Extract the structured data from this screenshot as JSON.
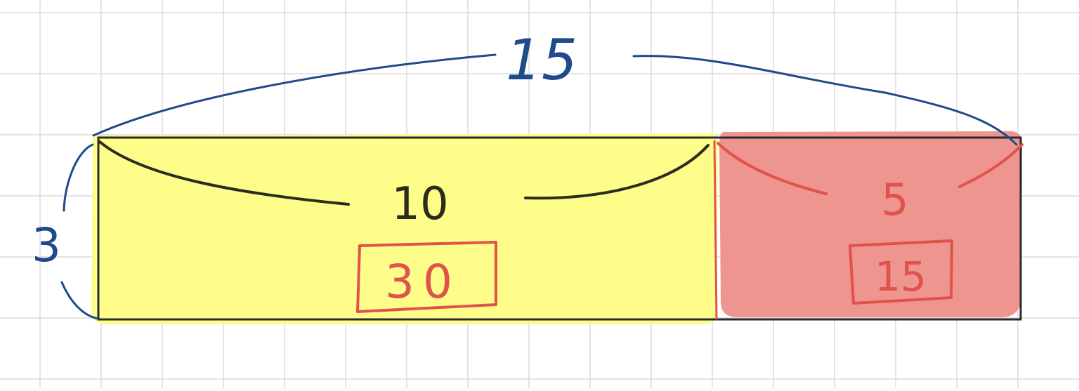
{
  "colors": {
    "grid": "#dcdcdc",
    "outline": "#2b2b2b",
    "yellow_fill": "#fefd8a",
    "red_fill": "#ee958f",
    "blue_ink": "#1f4a8c",
    "red_ink": "#e0534b",
    "dark_ink": "#2c2c1e"
  },
  "labels": {
    "total_length": "15",
    "height": "3",
    "left_length": "10",
    "left_area": "30",
    "right_length": "5",
    "right_area": "15"
  }
}
